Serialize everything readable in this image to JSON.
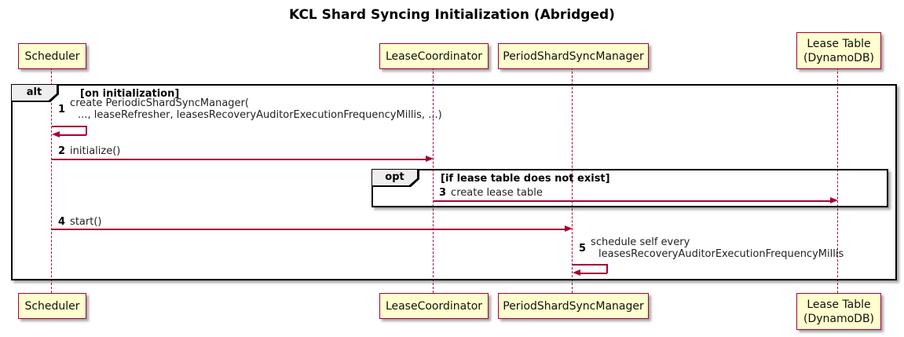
{
  "title": "KCL Shard Syncing Initialization (Abridged)",
  "colors": {
    "accent": "#A80036",
    "participant_fill": "#FEFECE",
    "frame_border": "#000000",
    "frame_label_fill": "#EEEEEE",
    "background": "#FFFFFF"
  },
  "participants": [
    {
      "label": "Scheduler"
    },
    {
      "label": "LeaseCoordinator"
    },
    {
      "label": "PeriodShardSyncManager"
    },
    {
      "line1": "Lease Table",
      "line2": "(DynamoDB)"
    }
  ],
  "frames": {
    "alt": {
      "label": "alt",
      "guard": "[on initialization]"
    },
    "opt": {
      "label": "opt",
      "guard": "[if lease table does not exist]"
    }
  },
  "messages": [
    {
      "seq": "1",
      "line1": "create PeriodicShardSyncManager(",
      "line2": "..., leaseRefresher, leasesRecoveryAuditorExecutionFrequencyMillis, ...)"
    },
    {
      "seq": "2",
      "text": "initialize()"
    },
    {
      "seq": "3",
      "text": "create lease table"
    },
    {
      "seq": "4",
      "text": "start()"
    },
    {
      "seq": "5",
      "line1": "schedule self every",
      "line2": "leasesRecoveryAuditorExecutionFrequencyMillis"
    }
  ]
}
